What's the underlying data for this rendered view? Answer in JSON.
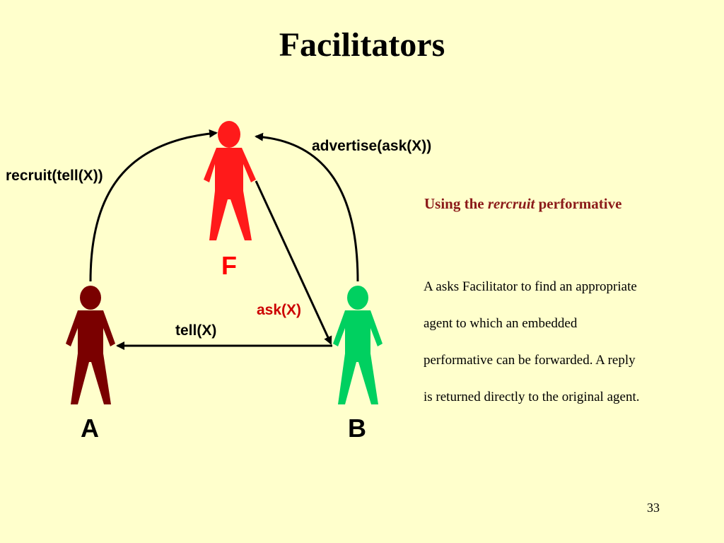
{
  "slide": {
    "title": "Facilitators",
    "page_number": "33"
  },
  "diagram": {
    "agents": {
      "facilitator": {
        "label": "F",
        "color": "#FF1A1A"
      },
      "a": {
        "label": "A",
        "color": "#7A0000"
      },
      "b": {
        "label": "B",
        "color": "#00D060"
      }
    },
    "messages": {
      "recruit": "recruit(tell(X))",
      "advertise": "advertise(ask(X))",
      "ask": "ask(X)",
      "tell": "tell(X)"
    },
    "colors": {
      "ask_label": "#CC0000",
      "agent_f_label": "#FF0000"
    }
  },
  "sidebar": {
    "heading_prefix": "Using the ",
    "heading_emphasis": "rercruit",
    "heading_suffix": " performative",
    "body_lines": [
      "A asks Facilitator to find an appropriate",
      "agent to which an embedded",
      "performative can be forwarded. A reply",
      "is returned directly to the original agent."
    ]
  }
}
